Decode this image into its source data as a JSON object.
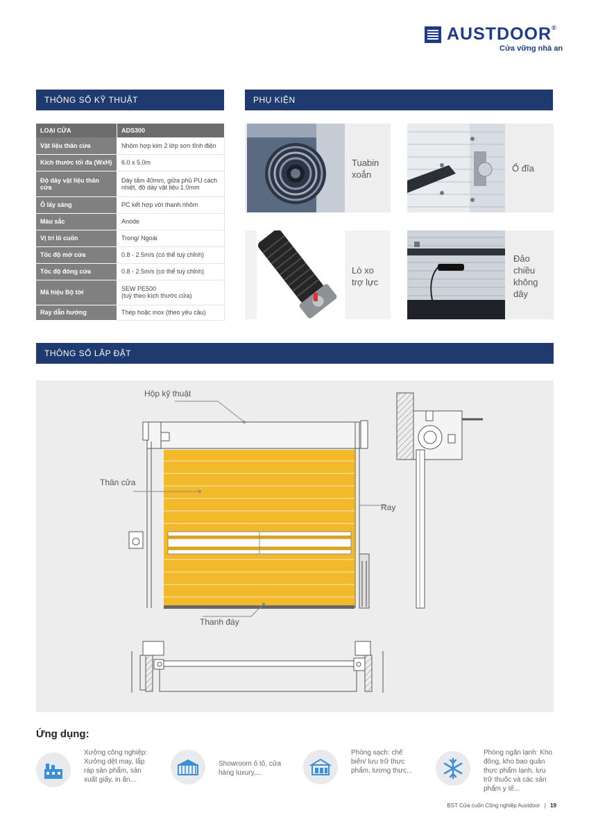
{
  "brand": {
    "name": "AUSTDOOR",
    "registered": "®",
    "tagline": "Cửa vững nhà an",
    "color": "#1f3a8a"
  },
  "sections": {
    "specs_title": "THÔNG SỐ KỸ THUẬT",
    "accessories_title": "PHỤ KIỆN",
    "install_title": "THÔNG SỐ LẮP ĐẶT",
    "bar_color": "#1e3a6e"
  },
  "specs": {
    "header_key": "LOẠI CỬA",
    "header_value": "ADS300",
    "rows": [
      {
        "key": "Vật liệu thân cửa",
        "value": "Nhôm hợp kim 2 lớp sơn tĩnh điện"
      },
      {
        "key": "Kích thước tối đa (WxH)",
        "value": "6.0 x 5.0m"
      },
      {
        "key": "Độ dày vật liệu thân cửa",
        "value": "Dây tấm 40mm, giữa phủ PU cách nhiệt, độ dày vật liệu 1.0mm"
      },
      {
        "key": "Ô lấy sáng",
        "value": "PC kết hợp với thanh nhôm"
      },
      {
        "key": "Màu sắc",
        "value": "Anode"
      },
      {
        "key": "Vị trí lô cuốn",
        "value": "Trong/ Ngoài"
      },
      {
        "key": "Tốc độ mở cửa",
        "value": "0.8 - 2.5m/s (có thể tuỳ chỉnh)"
      },
      {
        "key": "Tốc độ đóng cửa",
        "value": "0.8 - 2.5m/s (có thể tuỳ chỉnh)"
      },
      {
        "key": "Mã hiệu Bộ tời",
        "value": "SEW PE500",
        "value2": "(tuỳ theo kích thước cửa)"
      },
      {
        "key": "Ray dẫn hướng",
        "value": "Thép hoặc inox (theo yêu cầu)"
      }
    ]
  },
  "accessories": [
    {
      "label_lines": [
        "Tuabin",
        "xoắn"
      ],
      "icon": "torsion-turbine-photo"
    },
    {
      "label_lines": [
        "Ổ đĩa"
      ],
      "icon": "disc-drive-photo"
    },
    {
      "label_lines": [
        "Lò xo",
        "trợ lực"
      ],
      "icon": "assist-spring-photo"
    },
    {
      "label_lines": [
        "Đảo",
        "chiều",
        "không",
        "dây"
      ],
      "icon": "wireless-reverse-photo"
    }
  ],
  "install": {
    "labels": {
      "box": "Hộp kỹ thuật",
      "body": "Thân cửa",
      "rail": "Ray",
      "bottom": "Thanh đáy"
    },
    "door_color": "#f2b92b"
  },
  "applications": {
    "title": "Ứng dụng:",
    "items": [
      {
        "lines": [
          "Xưởng công nghiệp:",
          "Xưởng dệt may, lắp",
          "ráp sản phẩm, sản",
          "xuất giấy, in ấn..."
        ],
        "icon": "factory-icon"
      },
      {
        "lines": [
          "Showroom ô tô, cửa",
          "hàng luxury,..."
        ],
        "icon": "showroom-icon"
      },
      {
        "lines": [
          "Phòng sạch: chế",
          "biến/ lưu trữ thực",
          "phẩm, lương thực..."
        ],
        "icon": "cleanroom-icon"
      },
      {
        "lines": [
          "Phòng ngăn lạnh: Kho",
          "đông, kho bao quản",
          "thực phẩm lạnh, lưu",
          "trữ thuốc và các sản",
          "phẩm y tế..."
        ],
        "icon": "snowflake-icon"
      }
    ]
  },
  "footer": {
    "text": "BST Cửa cuốn Công nghiệp Austdoor",
    "separator": "|",
    "page": "19"
  }
}
